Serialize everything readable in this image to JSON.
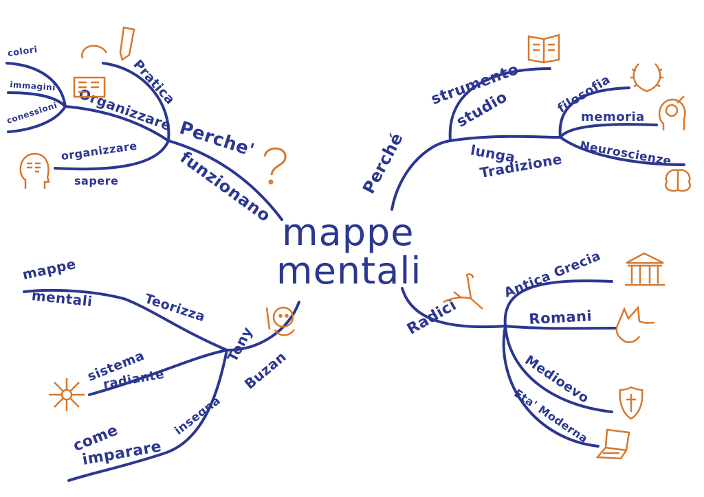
{
  "colors": {
    "ink": "#2b3790",
    "accent": "#d9772b"
  },
  "center": {
    "line1": "mappe",
    "line2": "mentali"
  },
  "top_left": {
    "main": {
      "line1": "Perche'",
      "line2": "funzionano"
    },
    "pratica": "Pratica",
    "organizzare": "Organizzare",
    "sub": [
      "colori",
      "immagini",
      "conessioni"
    ],
    "organizzare_sapere": {
      "line1": "organizzare",
      "line2": "sapere"
    }
  },
  "top_right": {
    "main": "Perché",
    "strumento": {
      "line1": "strumento",
      "line2": "studio"
    },
    "tradizione": {
      "line1": "lunga",
      "line2": "Tradizione"
    },
    "sub": [
      "filosofia",
      "memoria",
      "Neuroscienze"
    ]
  },
  "bottom_left": {
    "main": {
      "line1": "Tony",
      "line2": "Buzan"
    },
    "teorizza": "Teorizza",
    "mappe_mentali": {
      "line1": "mappe",
      "line2": "mentali"
    },
    "sistema": {
      "line1": "sistema",
      "line2": "radiante"
    },
    "insegna": "insegna",
    "come_imparare": {
      "line1": "come",
      "line2": "imparare"
    }
  },
  "bottom_right": {
    "main": "Radici",
    "sub": [
      "Antica Grecia",
      "Romani",
      "Medioevo",
      "Eta' Moderna"
    ]
  }
}
